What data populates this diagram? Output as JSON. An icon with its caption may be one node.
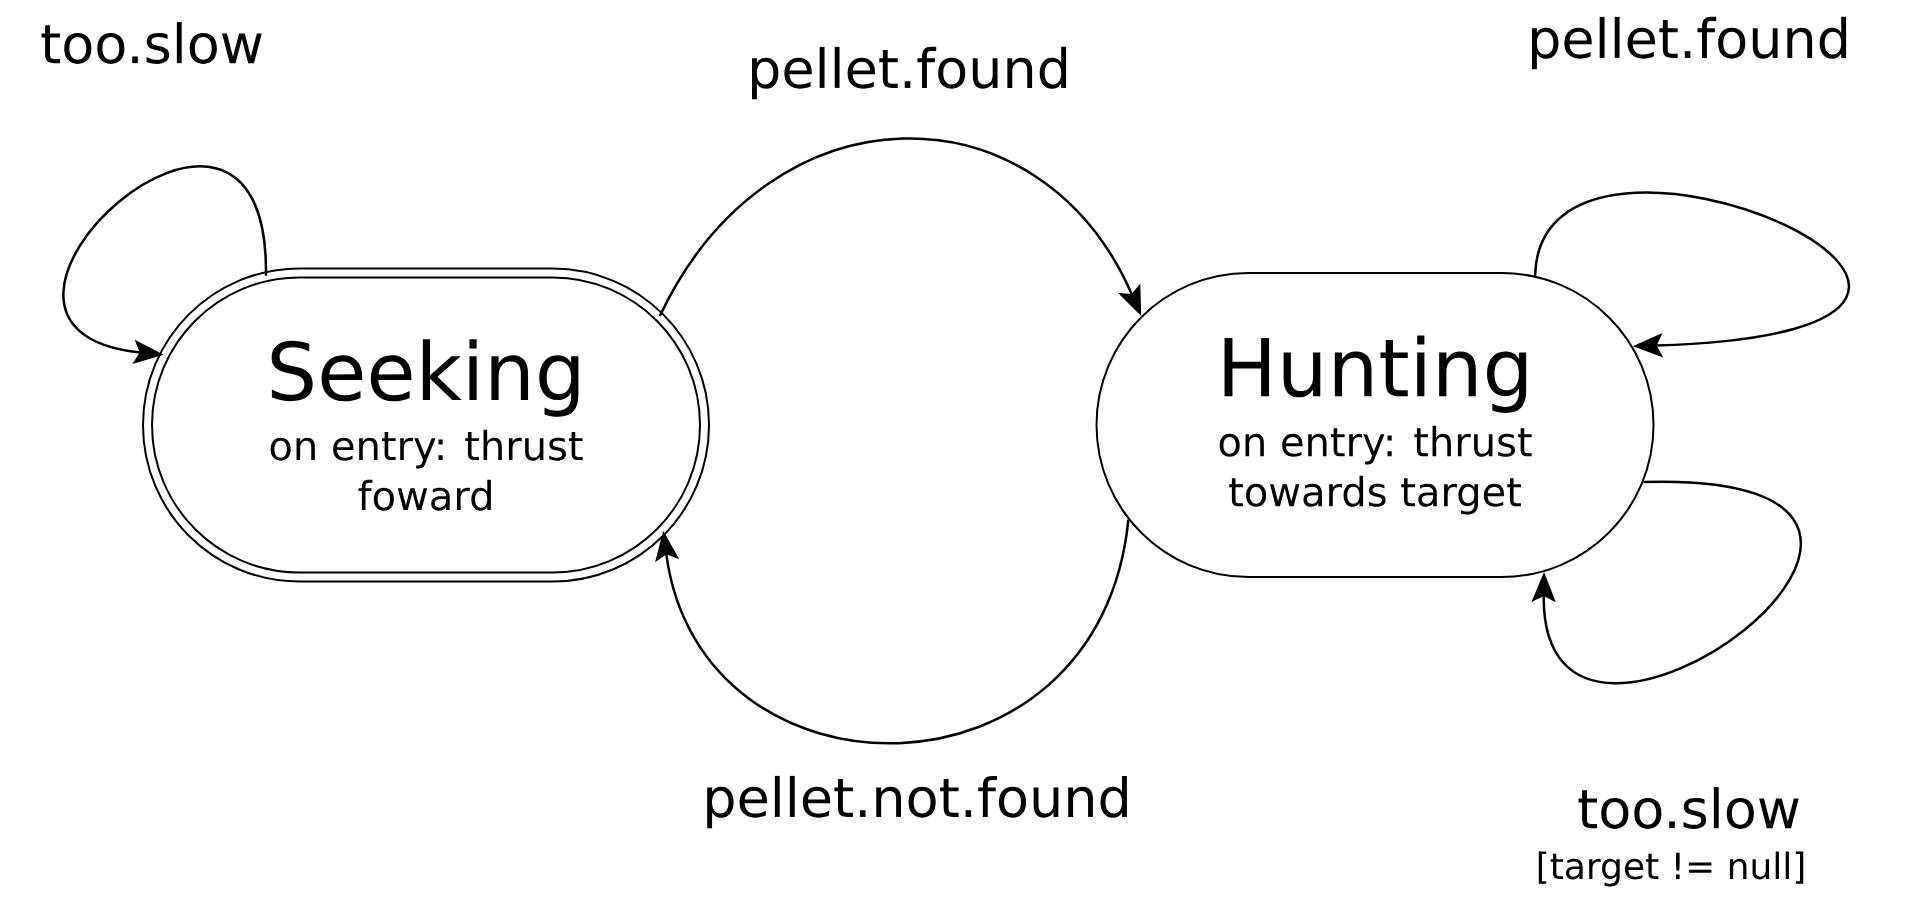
{
  "diagram": {
    "nodes": [
      {
        "text": [
          "Seeking",
          "on entry: thrust foward"
        ]
      },
      {
        "text": [
          "Hunting",
          "on entry: thrust towards target"
        ]
      }
    ],
    "edges": [
      {
        "from": 0,
        "to": 0,
        "arrow": "to",
        "label": "too.slow"
      },
      {
        "from": 0,
        "to": 1,
        "arrow": "to",
        "label": "pellet.found"
      },
      {
        "from": 1,
        "to": 1,
        "arrow": "to",
        "label": "pellet.found"
      },
      {
        "from": 1,
        "to": 0,
        "arrow": "to",
        "label": "pellet.not.found"
      },
      {
        "from": 1,
        "to": 1,
        "arrow": "to",
        "label": "too.slow"
      }
    ],
    "labels": [
      "[target != null]"
    ]
  }
}
